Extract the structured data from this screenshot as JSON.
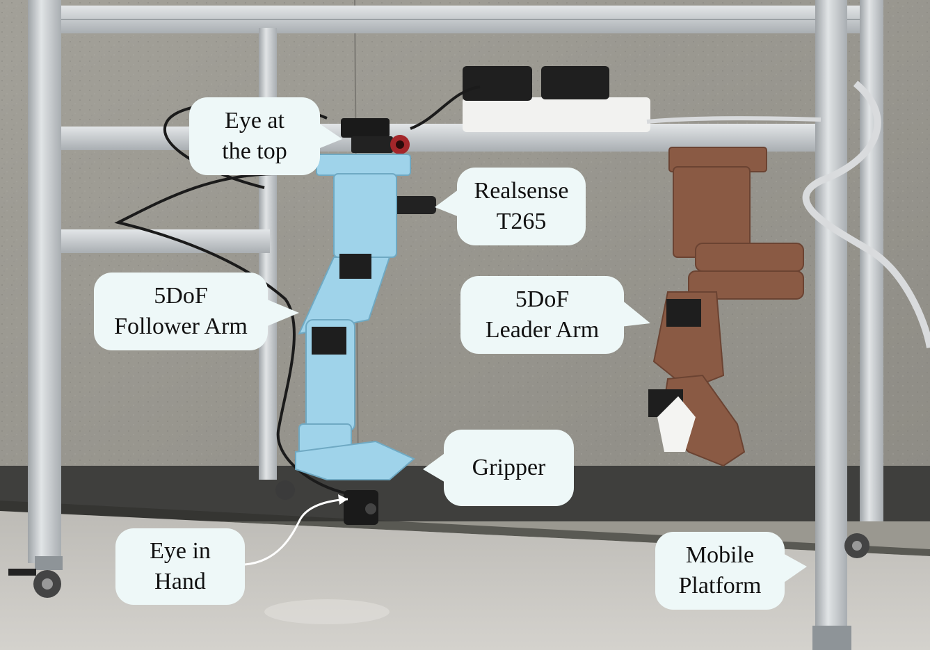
{
  "photo": {
    "subject": "dual-arm-robot-on-aluminum-frame",
    "colors": {
      "wall": "#9a9890",
      "floor": "#c9c7c2",
      "frame": "#c4c8cb",
      "follower_arm": "#9fd3ea",
      "leader_arm": "#8a5a44",
      "callout": "#eef8f8"
    }
  },
  "callouts": {
    "eye_top": {
      "line1": "Eye at",
      "line2": "the top"
    },
    "realsense": {
      "line1": "Realsense",
      "line2": "T265"
    },
    "follower": {
      "line1": "5DoF",
      "line2": "Follower Arm"
    },
    "leader": {
      "line1": "5DoF",
      "line2": "Leader Arm"
    },
    "gripper": {
      "line1": "Gripper"
    },
    "eye_hand": {
      "line1": "Eye in",
      "line2": "Hand"
    },
    "mobile": {
      "line1": "Mobile",
      "line2": "Platform"
    }
  }
}
